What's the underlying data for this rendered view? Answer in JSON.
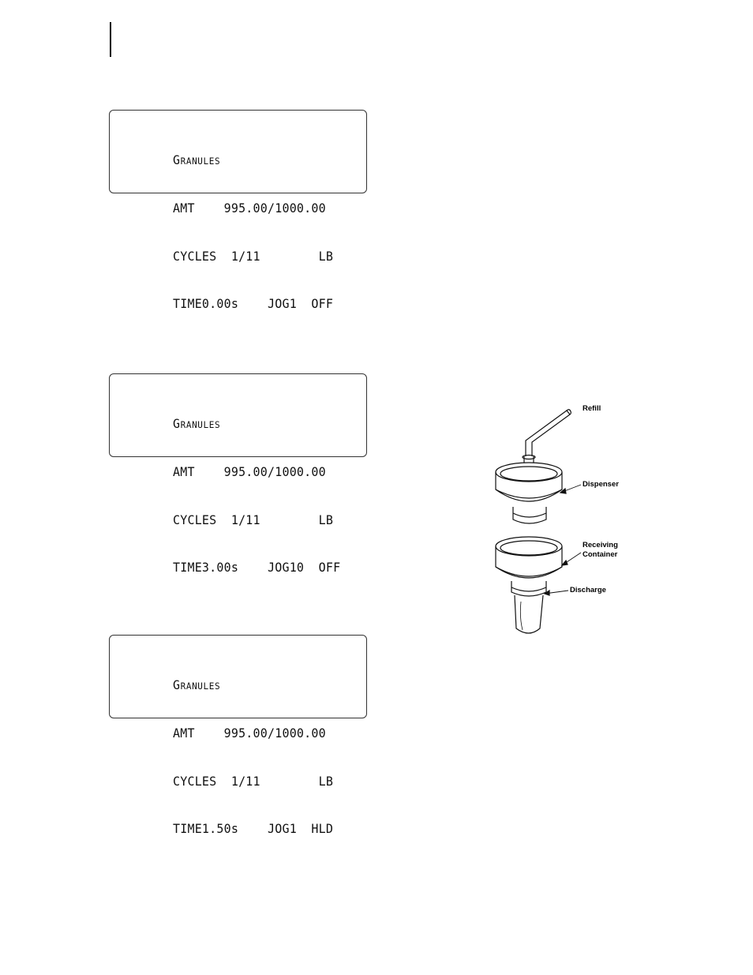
{
  "displays": [
    {
      "title": "Granules",
      "amt": "AMT    995.00/1000.00",
      "cycles": "CYCLES  1/11        LB",
      "status": "TIME0.00s    JOG1  OFF"
    },
    {
      "title": "Granules",
      "amt": "AMT    995.00/1000.00",
      "cycles": "CYCLES  1/11        LB",
      "status": "TIME3.00s    JOG10  OFF"
    },
    {
      "title": "Granules",
      "amt": "AMT    995.00/1000.00",
      "cycles": "CYCLES  1/11        LB",
      "status": "TIME1.50s    JOG1  HLD"
    }
  ],
  "figure": {
    "labels": {
      "refill": "Refill",
      "dispenser": "Dispenser",
      "receiving": "Receiving\nContainer",
      "discharge": "Discharge"
    }
  }
}
